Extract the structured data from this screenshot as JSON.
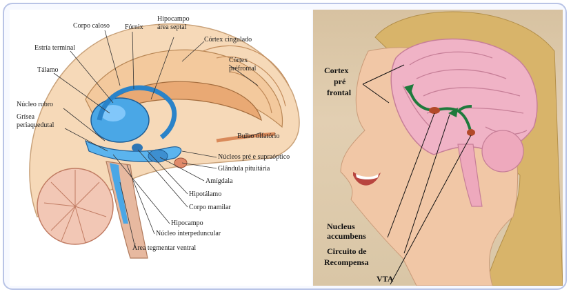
{
  "left_labels": {
    "corpo_caloso": "Corpo caloso",
    "fornix": "Fórnix",
    "hipocampo_area_septal": [
      "Hipocampo",
      "área septal"
    ],
    "cortex_cingulado": "Córtex cingulado",
    "estria_terminal": "Estría terminal",
    "cortex_prefrontal": [
      "Córtex",
      "préfrontal"
    ],
    "talamo": "Tálamo",
    "nucleo_rubro": "Núcleo rubro",
    "grisea_periaquedutal": [
      "Grísea",
      "periaquedutal"
    ],
    "bulbo_olfatorio": "Bulbo olfatório",
    "nucleos_pre_supraoptico": "Núcleos pré e supraóptico",
    "glandula_pituitaria": "Glândula pituitária",
    "amigdala": "Amígdala",
    "hipotalamo": "Hipotálamo",
    "corpo_mamilar": "Corpo mamilar",
    "hipocampo": "Hipocampo",
    "nucleo_interpeduncular": "Núcleo interpeduncular",
    "area_tegmentar_ventral": "Área tegmentar ventral"
  },
  "right_labels": {
    "cortex_pre_frontal": [
      "Cortex",
      "pré",
      "frontal"
    ],
    "nucleus_accumbens": [
      "Nucleus",
      "accumbens"
    ],
    "circuito_recompensa": [
      "Circuito de",
      "Recompensa"
    ],
    "vta": "VTA"
  },
  "colors": {
    "frame_border": "#b9c4e6",
    "limbic_blue": "#4aa7e6",
    "cortex_pink": "#f0b3c6",
    "reward_arrow": "#1e7a3c",
    "nucleus_dot": "#b24a2a"
  }
}
